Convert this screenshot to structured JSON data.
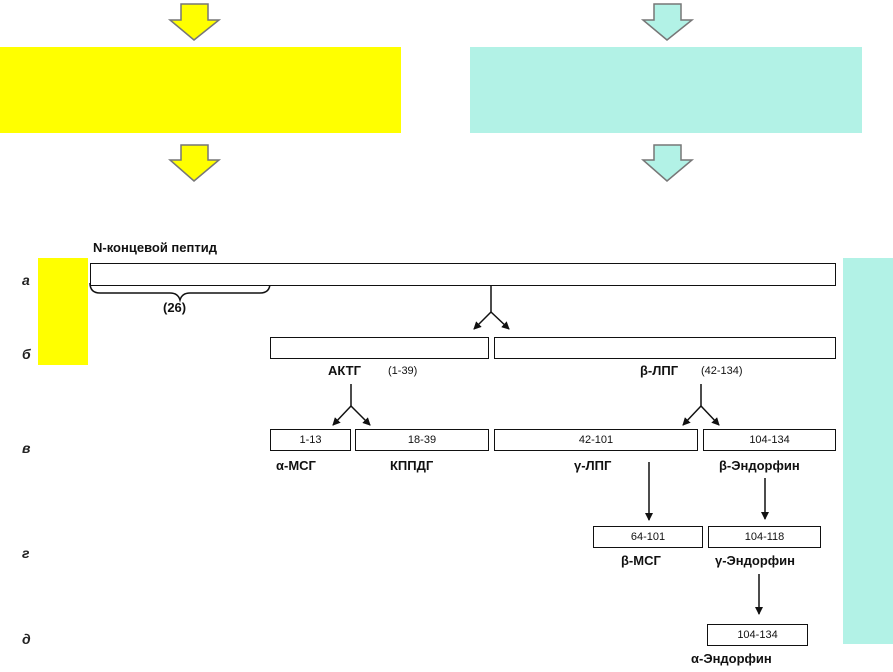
{
  "colors": {
    "yellow": "#ffff00",
    "cyan": "#b2f2e6",
    "arrow_stroke": "#777777",
    "line": "#111111"
  },
  "rows": {
    "a": "а",
    "b": "б",
    "v": "в",
    "g": "г",
    "d": "д"
  },
  "labels": {
    "n_terminal": "N-концевой пептид",
    "n_terminal_len": "(26)",
    "actg": "АКТГ",
    "actg_range": "(1-39)",
    "b_lpg": "β-ЛПГ",
    "b_lpg_range": "(42-134)",
    "a_msg": "α-МСГ",
    "kppdg": "КППДГ",
    "g_lpg": "γ-ЛПГ",
    "b_endorphin": "β-Эндорфин",
    "b_msg": "β-МСГ",
    "g_endorphin": "γ-Эндорфин",
    "a_endorphin": "α-Эндорфин"
  },
  "segments": {
    "s1_13": "1-13",
    "s18_39": "18-39",
    "s42_101": "42-101",
    "s104_134": "104-134",
    "s64_101": "64-101",
    "s104_118": "104-118",
    "s104_134_d": "104-134"
  }
}
